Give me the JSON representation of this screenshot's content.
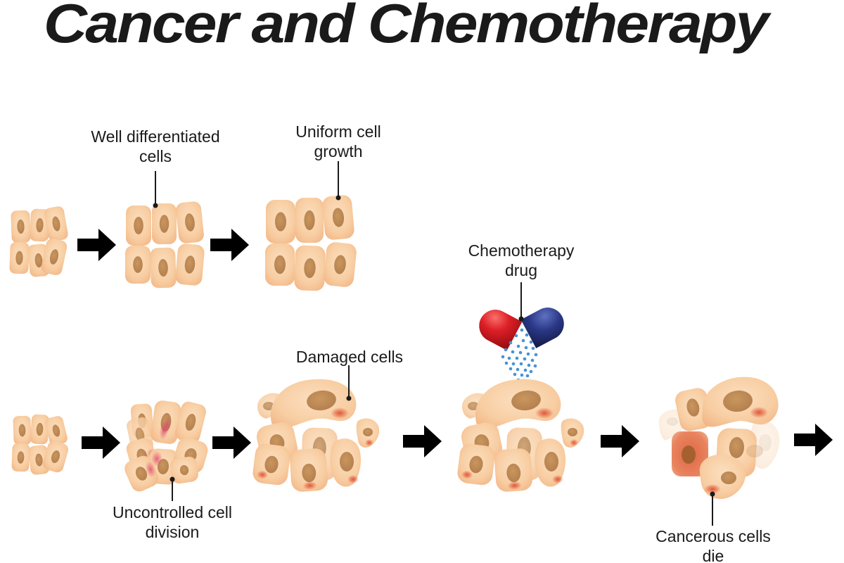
{
  "title": "Cancer and Chemotherapy",
  "labels": {
    "well_differentiated": "Well differentiated cells",
    "uniform_growth": "Uniform cell growth",
    "damaged": "Damaged cells",
    "chemo_drug": "Chemotherapy drug",
    "uncontrolled": "Uncontrolled cell division",
    "cancer_die": "Cancerous cells die"
  },
  "icons": {
    "capsule": "chemotherapy-capsule-icon",
    "arrow": "arrow-right-icon",
    "cells": "cell-cluster"
  },
  "colors": {
    "background": "#FFFFFF",
    "text": "#1A1A1A",
    "arrow": "#000000",
    "cell_body": "#F8CEA3",
    "cell_body_light": "#FBDFC0",
    "cell_edge": "#F0AF7E",
    "nucleus": "#AF7B4A",
    "damage_spot": "#DC4B2E",
    "division_spot": "#E04E6E",
    "dying_cell": "#E06744",
    "capsule_red": "#DD1F27",
    "capsule_blue": "#2A3786",
    "drug_particles": "#4793D6"
  }
}
